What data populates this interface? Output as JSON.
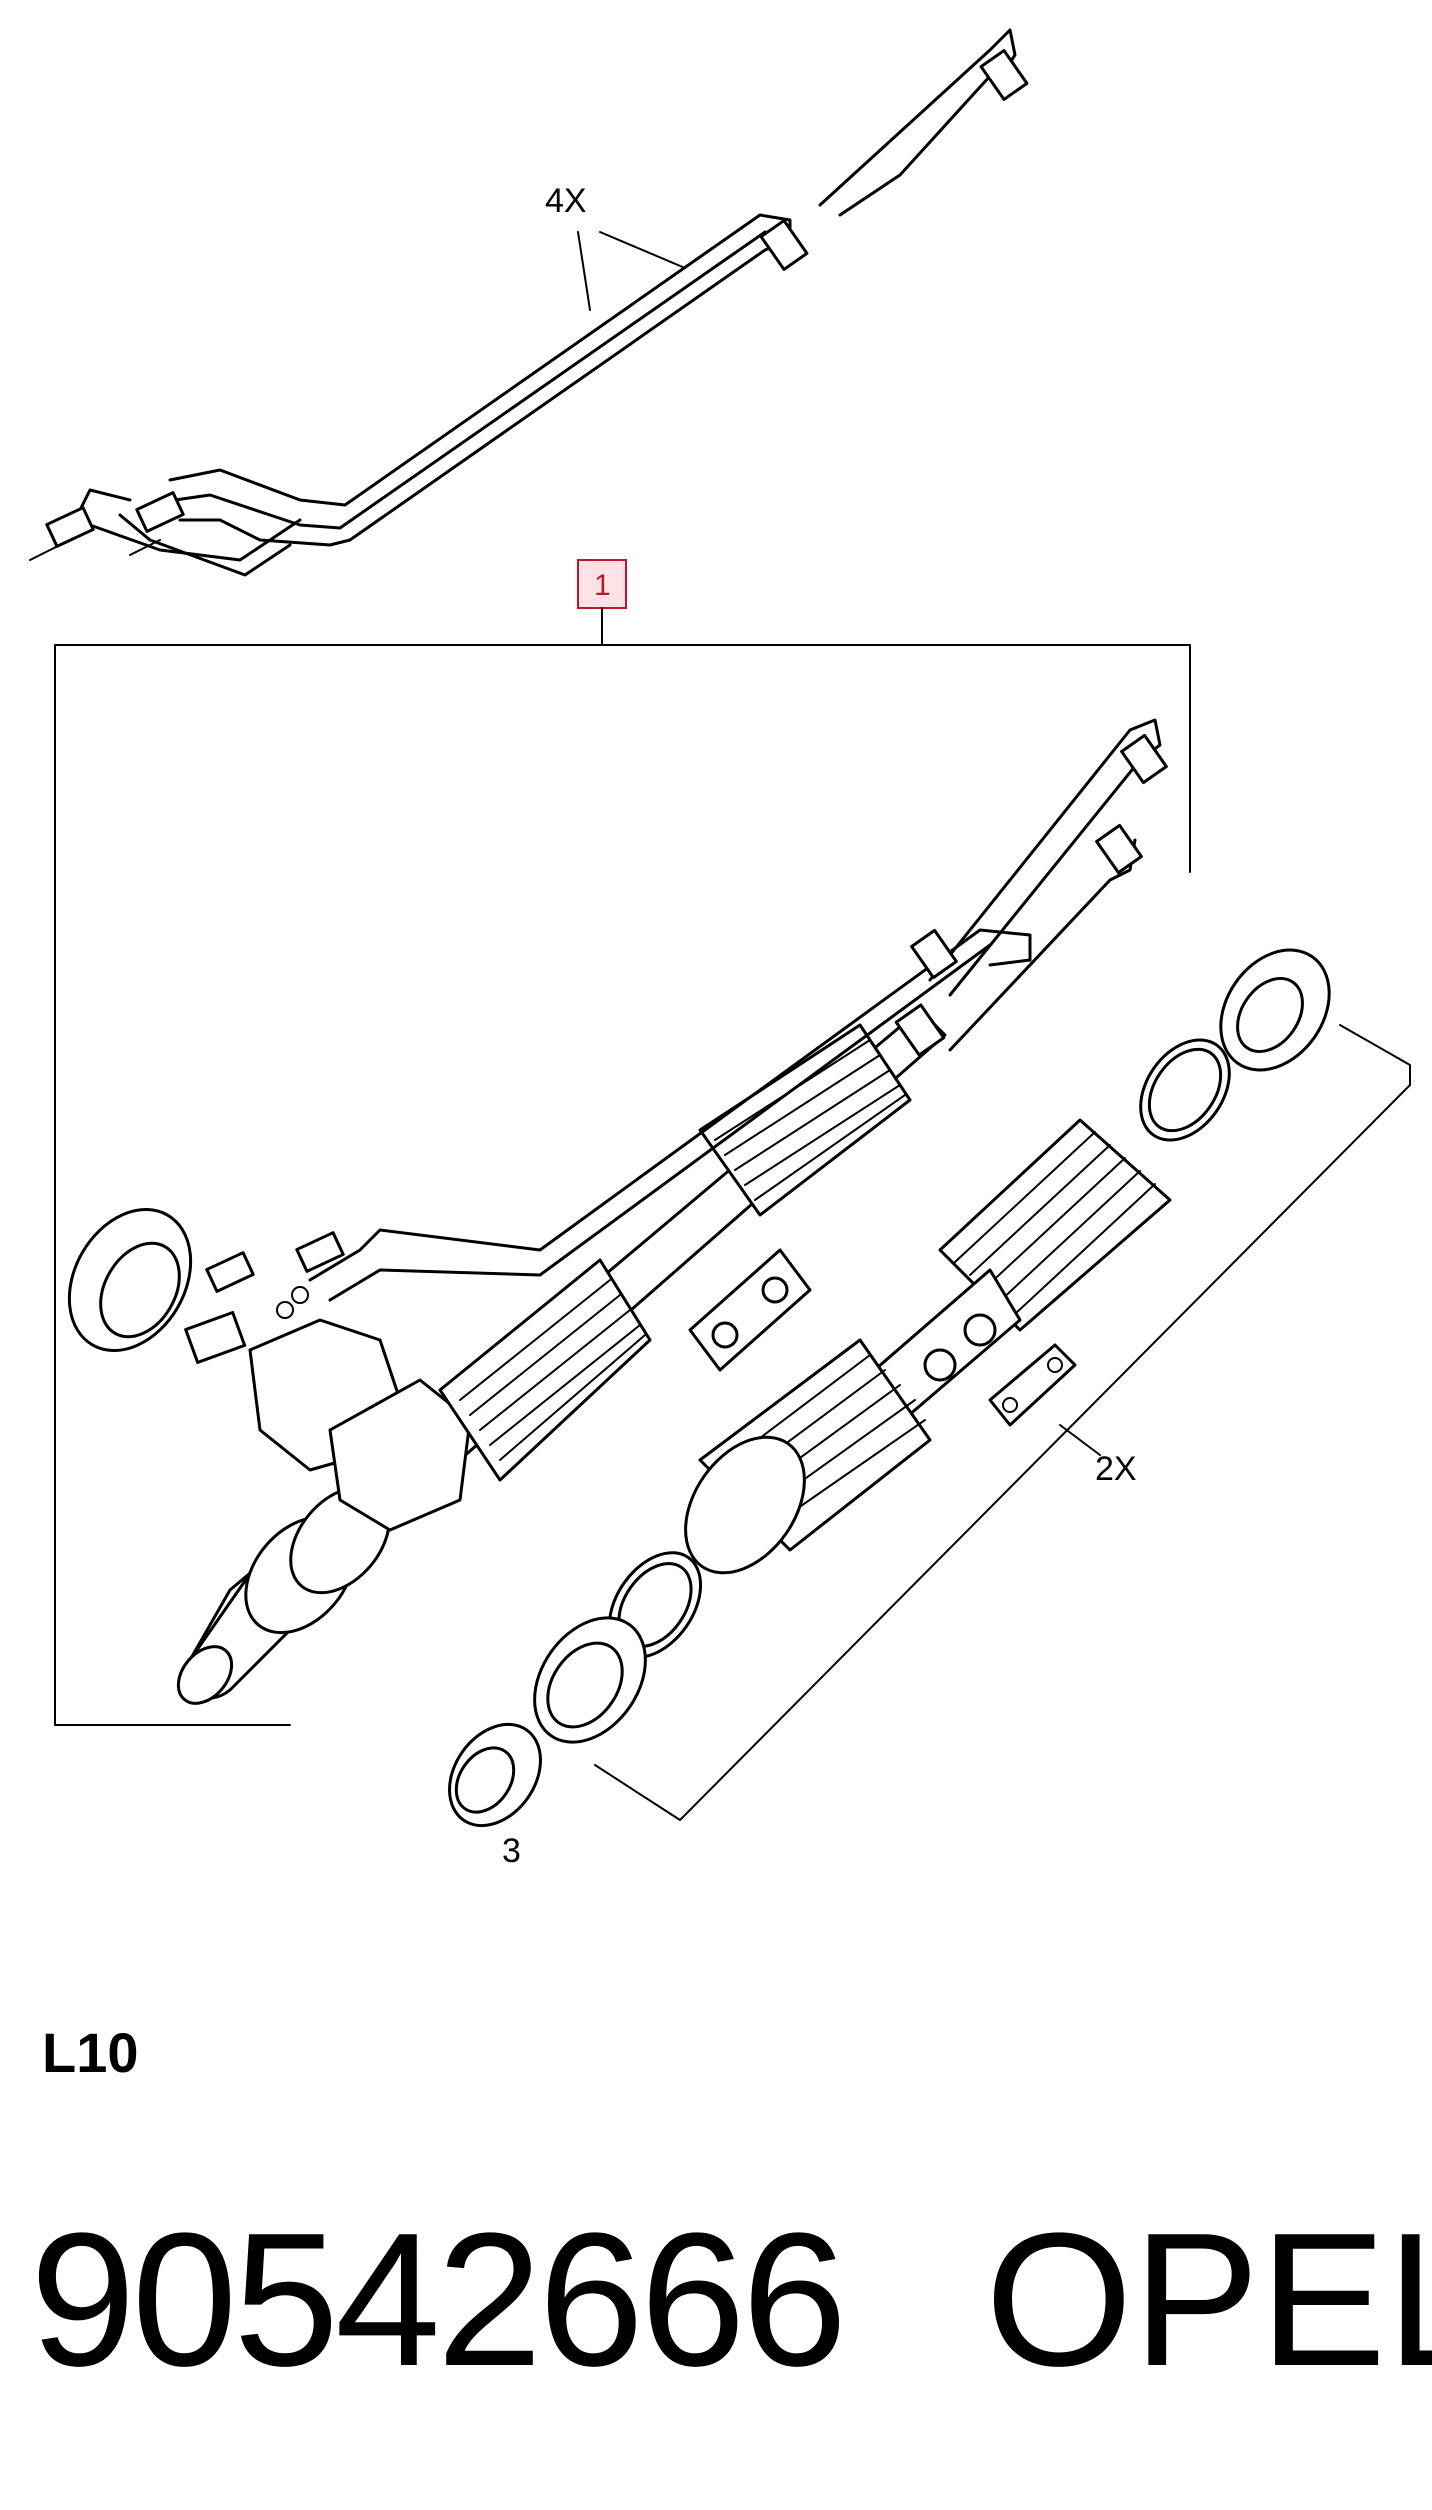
{
  "diagram": {
    "callouts": {
      "item_1": "1",
      "lines_qty": "4X",
      "boot_kit_qty": "2X",
      "seal_item": "3"
    },
    "highlight_color": "#c0152a",
    "highlight_fill": "#fde3e6"
  },
  "footer": {
    "group_code": "L10",
    "part_number": "90542666",
    "brand": "OPEL"
  }
}
